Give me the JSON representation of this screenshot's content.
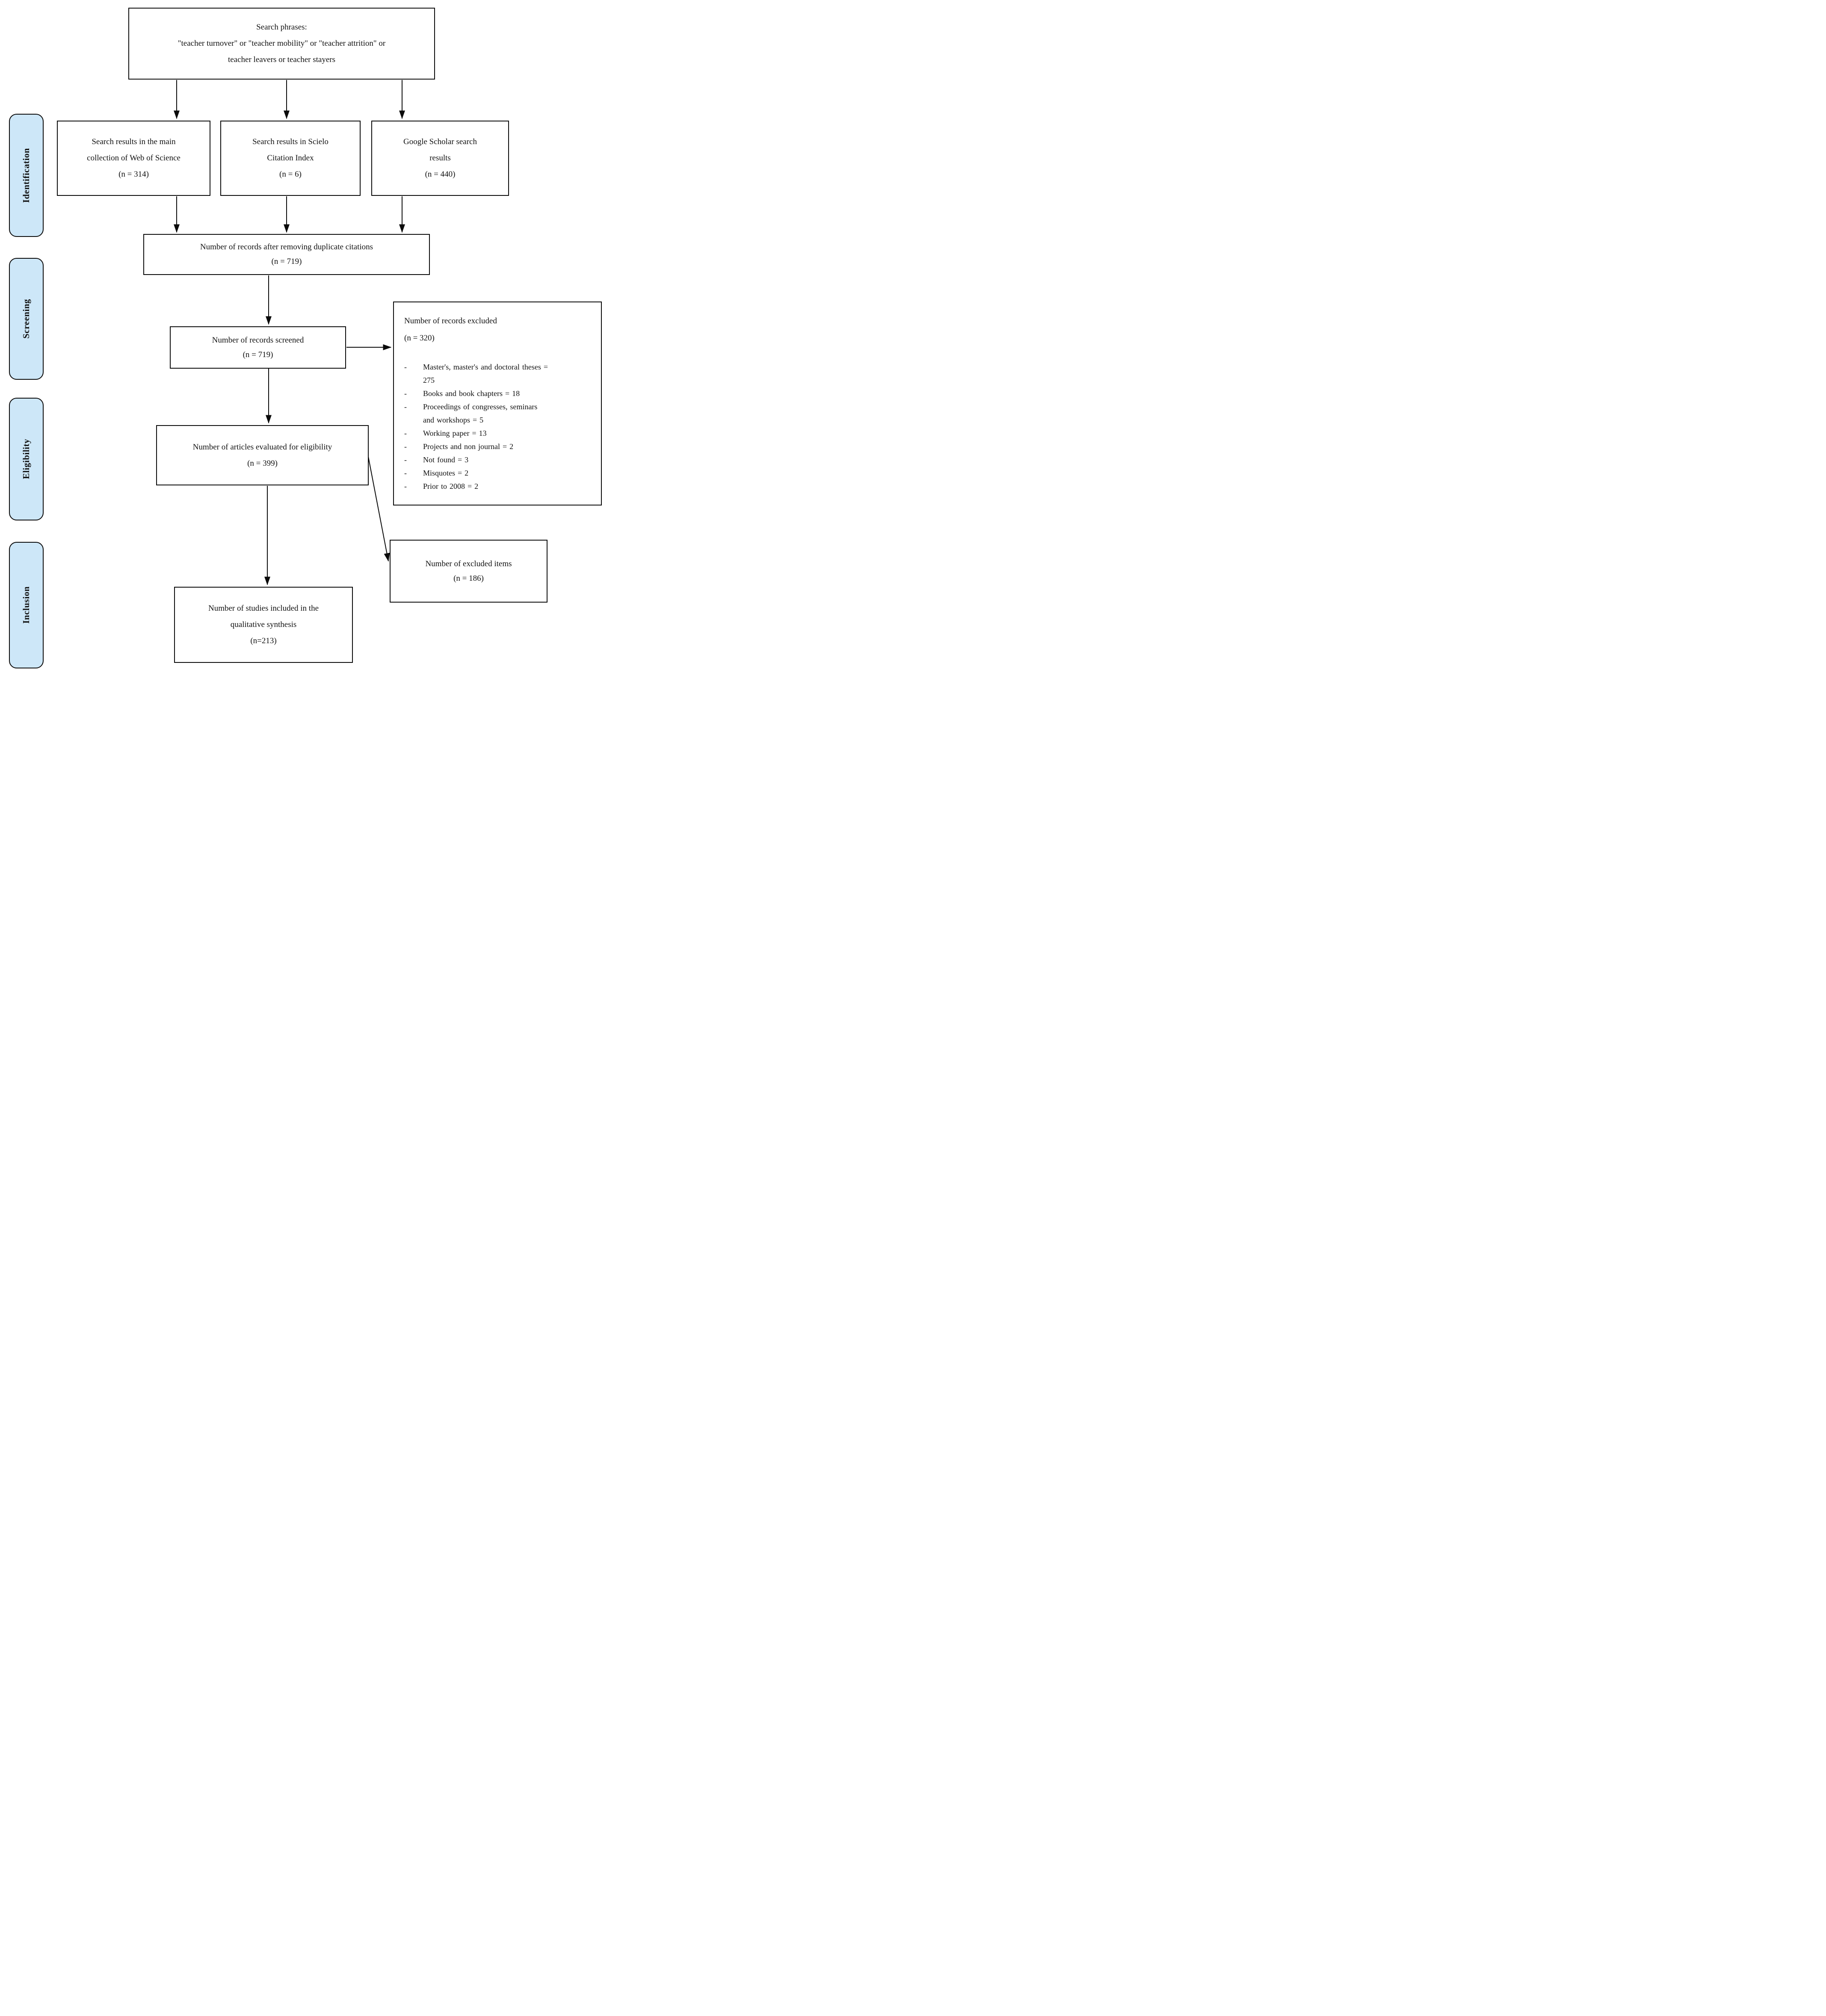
{
  "stages": [
    {
      "label": "Identification"
    },
    {
      "label": "Screening"
    },
    {
      "label": "Eligibility"
    },
    {
      "label": "Inclusion"
    }
  ],
  "boxes": {
    "search_phrases": "Search phrases:\n\"teacher turnover\" or \"teacher mobility\" or \"teacher attrition\" or\nteacher leavers or teacher stayers",
    "wos": "Search results in the main\ncollection of Web of Science\n(n = 314)",
    "scielo": "Search results in Scielo\nCitation Index\n(n = 6)",
    "google": "Google Scholar search\nresults\n(n = 440)",
    "duplicates": "Number of records after removing duplicate citations\n(n = 719)",
    "screened": "Number of records screened\n(n = 719)",
    "eligibility": "Number of articles evaluated for eligibility\n(n = 399)",
    "excluded_items": "Number of excluded items\n(n = 186)",
    "included": "Number of studies included in the\nqualitative synthesis\n(n=213)"
  },
  "excluded_records": {
    "title": "Number of records excluded\n(n = 320)",
    "bullet": "-",
    "items": [
      "Master's, master's and doctoral theses =\n275",
      "Books and book chapters = 18",
      "Proceedings of congresses, seminars\nand workshops = 5",
      "Working paper = 13",
      "Projects and non journal = 2",
      "Not found = 3",
      "Misquotes = 2",
      "Prior to 2008 = 2"
    ]
  },
  "colors": {
    "stage_fill": "#cde7f8",
    "line": "#0b0b0b",
    "background": "#ffffff"
  }
}
